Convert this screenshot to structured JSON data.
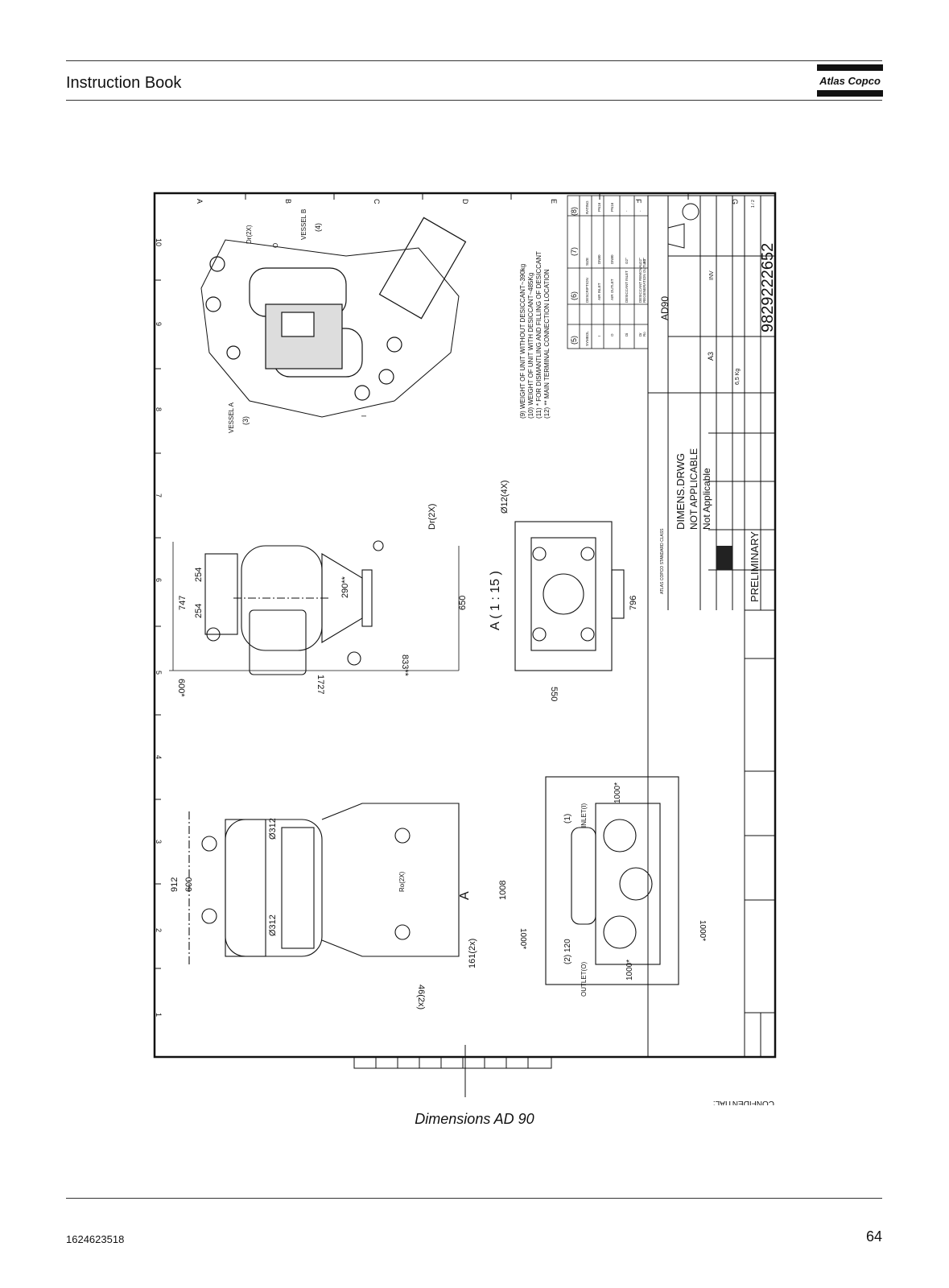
{
  "header": {
    "title": "Instruction Book",
    "brand": "Atlas Copco"
  },
  "drawing": {
    "main_view": {
      "dims": [
        "912",
        "600",
        "Ø312",
        "Ø312",
        "1008",
        "46(2x)",
        "161(2x)",
        "Ro(2X)",
        "A"
      ]
    },
    "side_view": {
      "dims": [
        "747",
        "254",
        "254",
        "1727",
        "600*",
        "833**",
        "290**",
        "650",
        "Dr(2X)"
      ],
      "view_label": "A ( 1 : 15 )"
    },
    "bottom_view": {
      "dims": [
        "Ø12(4X)",
        "796",
        "550"
      ]
    },
    "top_view": {
      "dims": [
        "1000*",
        "1000*",
        "1000*",
        "1000*",
        "120",
        "(1)",
        "(2)",
        "INLET(I)",
        "OUTLET(O)"
      ]
    },
    "iso_view": {
      "labels": [
        "VESSEL A",
        "(3)",
        "VESSEL B",
        "(4)",
        "Dr(2X)",
        "O",
        "I"
      ]
    },
    "notes": [
      "(9) WEIGHT OF UNIT WITHOUT DESICCANT~390kg",
      "(10) WEIGHT OF UNIT WITH DESICCANT~485Kg",
      "(11) * FOR DISMANTLING AND FILLING OF DESICCANT",
      "(12) ** MAIN TERMINAL CONNECTION LOCATION"
    ],
    "connection_table": {
      "headers": [
        "(5)",
        "(6)",
        "(7)",
        "(8)"
      ],
      "columns": [
        "SYMBOL",
        "DESCRIPTION",
        "SIZE",
        "RATING"
      ],
      "rows": [
        [
          "I",
          "AIR INLET",
          "DN80",
          "PN16"
        ],
        [
          "O",
          "AIR OUTLET",
          "DN80",
          "PN16"
        ],
        [
          "Di",
          "DESICCANT INLET",
          "G2\"",
          "-"
        ],
        [
          "Dr",
          "DESICCANT REMOVAL",
          "G2\"",
          "-"
        ],
        [
          "Ro",
          "REGENERATION OUTLET",
          "G1\"",
          ""
        ]
      ]
    },
    "title_block": {
      "product": "AD90",
      "name": "DIMENS.DRWG",
      "material": "NOT APPLICABLE",
      "treatment": "Not Applicable",
      "status": "PRELIMINARY",
      "drawing_number": "9829222652",
      "weight": "6,5 Kg",
      "format": "A3",
      "inv": "INV",
      "sheet": "1 / 2",
      "company": "ATLAS COPCO STANDARD CLASS",
      "confidential": "CONFIDENTIAL:"
    },
    "border_letters": [
      "A",
      "B",
      "C",
      "D",
      "E",
      "F",
      "G"
    ],
    "border_numbers": [
      "10",
      "9",
      "8",
      "7",
      "6",
      "5",
      "4",
      "3",
      "2",
      "1"
    ]
  },
  "caption": "Dimensions AD 90",
  "footer": {
    "doc_number": "1624623518",
    "page_number": "64"
  }
}
